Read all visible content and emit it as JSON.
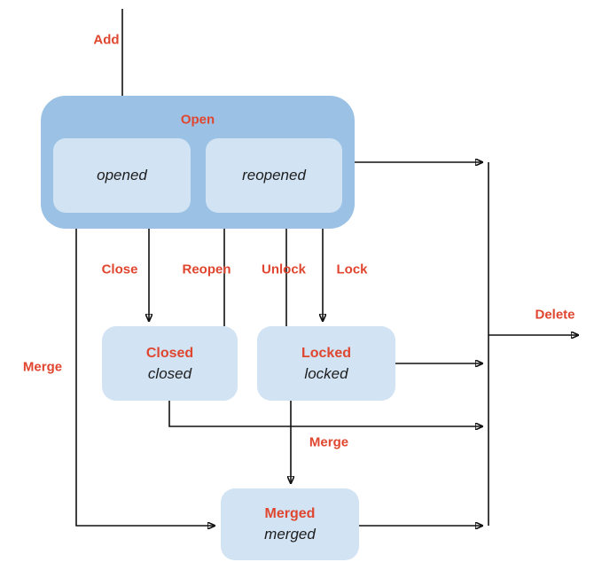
{
  "colors": {
    "container": "#9bc2e5",
    "state_fill": "#d2e3f3",
    "label_red": "#e0462f",
    "line": "#111111",
    "substate_text": "#1d1d1d",
    "background": "#ffffff"
  },
  "states": {
    "open": {
      "label": "Open",
      "substates": {
        "opened": "opened",
        "reopened": "reopened"
      }
    },
    "closed": {
      "title": "Closed",
      "substate": "closed"
    },
    "locked": {
      "title": "Locked",
      "substate": "locked"
    },
    "merged": {
      "title": "Merged",
      "substate": "merged"
    }
  },
  "transitions": {
    "add": "Add",
    "close": "Close",
    "reopen": "Reopen",
    "unlock": "Unlock",
    "lock": "Lock",
    "merge_left": "Merge",
    "merge_mid": "Merge",
    "delete": "Delete"
  }
}
